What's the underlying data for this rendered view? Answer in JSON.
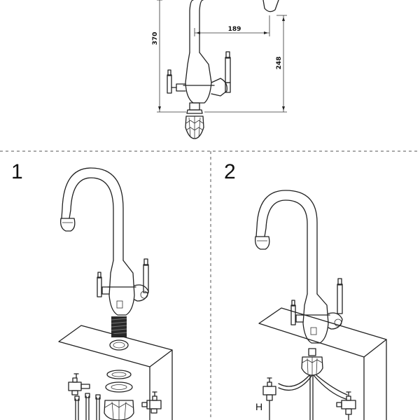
{
  "top": {
    "dimensions": {
      "height_total": "370",
      "reach": "189",
      "spout_height": "248"
    }
  },
  "steps": [
    {
      "number": "1"
    },
    {
      "number": "2",
      "label": "H"
    }
  ]
}
